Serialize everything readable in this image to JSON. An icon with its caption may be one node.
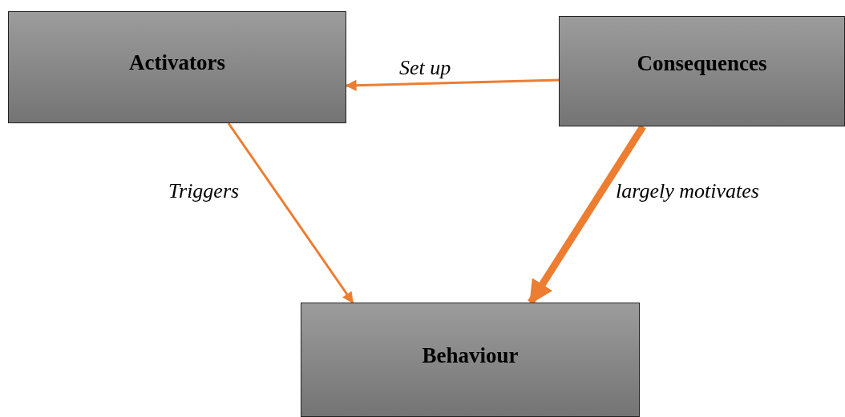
{
  "diagram": {
    "nodes": [
      {
        "text": [
          "Activators"
        ]
      },
      {
        "text": [
          "Consequences"
        ]
      },
      {
        "text": [
          "Behaviour"
        ]
      }
    ],
    "edges": [
      {
        "from": 1,
        "to": 0,
        "arrow": "to",
        "label": "Set up"
      },
      {
        "from": 0,
        "to": 2,
        "arrow": "to",
        "label": "Triggers"
      },
      {
        "from": 1,
        "to": 2,
        "arrow": "to",
        "label": "largely motivates",
        "style": "thick"
      }
    ]
  }
}
